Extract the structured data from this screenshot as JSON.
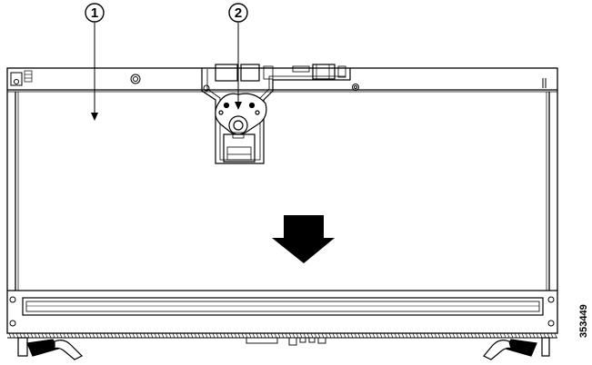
{
  "callouts": [
    {
      "number": "1",
      "target": "tray-panel"
    },
    {
      "number": "2",
      "target": "latch-cam"
    }
  ],
  "figure_id": "353449",
  "colors": {
    "line": "#000000",
    "background": "#ffffff",
    "arrow": "#000000"
  },
  "icons": [
    "down-arrow-icon",
    "screw-icon",
    "lever-icon"
  ]
}
